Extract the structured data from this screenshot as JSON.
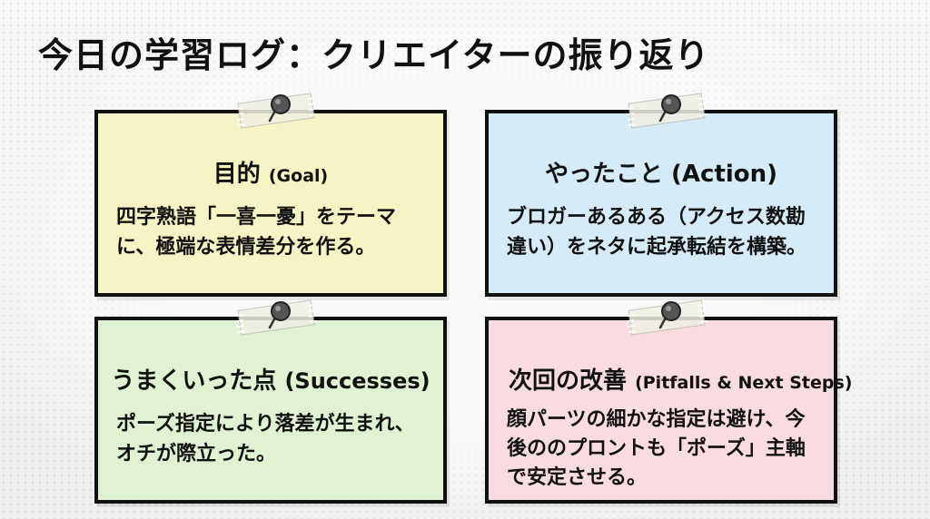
{
  "title": "今日の学習ログ：クリエイターの振り返り",
  "cards": [
    {
      "heading": "目的",
      "heading_sub": "(Goal)",
      "lines": [
        "四字熟語「一喜一憂」をテーマ",
        "に、極端な表情差分を作る。"
      ],
      "color": "#f6f3c4"
    },
    {
      "heading": "やったこと",
      "heading_sub": "(Action)",
      "lines": [
        "ブロガーあるある（アクセス数勘",
        "違い）をネタに起承転結を構築。"
      ],
      "color": "#d6ebf8"
    },
    {
      "heading": "うまくいった点",
      "heading_sub": "(Successes)",
      "lines": [
        "ポーズ指定により落差が生まれ、",
        "オチが際立った。"
      ],
      "color": "#dff2d2"
    },
    {
      "heading": "次回の改善",
      "heading_sub": "(Pitfalls & Next Steps)",
      "lines": [
        "顔パーツの細かな指定は避け、今",
        "後ののプロントも「ポーズ」主軸",
        "で安定させる。"
      ],
      "color": "#f8dcdf"
    }
  ]
}
